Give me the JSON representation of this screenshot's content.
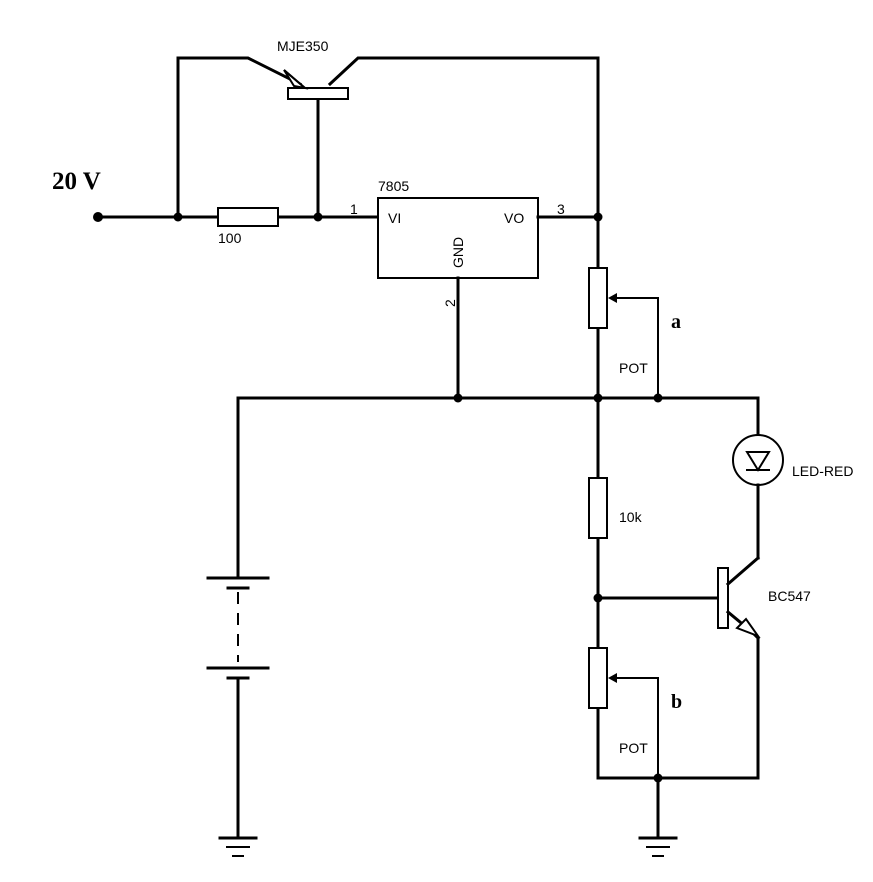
{
  "supply_label": "20 V",
  "transistor_pnp": {
    "name": "MJE350"
  },
  "transistor_npn": {
    "name": "BC547"
  },
  "regulator": {
    "name": "7805",
    "pin_in": "VI",
    "pin_out": "VO",
    "pin_gnd": "GND",
    "pin1": "1",
    "pin2": "2",
    "pin3": "3"
  },
  "resistor_100": "100",
  "resistor_10k": "10k",
  "pot_top": {
    "label": "POT",
    "wiper": "a"
  },
  "pot_bottom": {
    "label": "POT",
    "wiper": "b"
  },
  "led": "LED-RED",
  "colors": {
    "wire": "#000000",
    "background": "#ffffff"
  }
}
